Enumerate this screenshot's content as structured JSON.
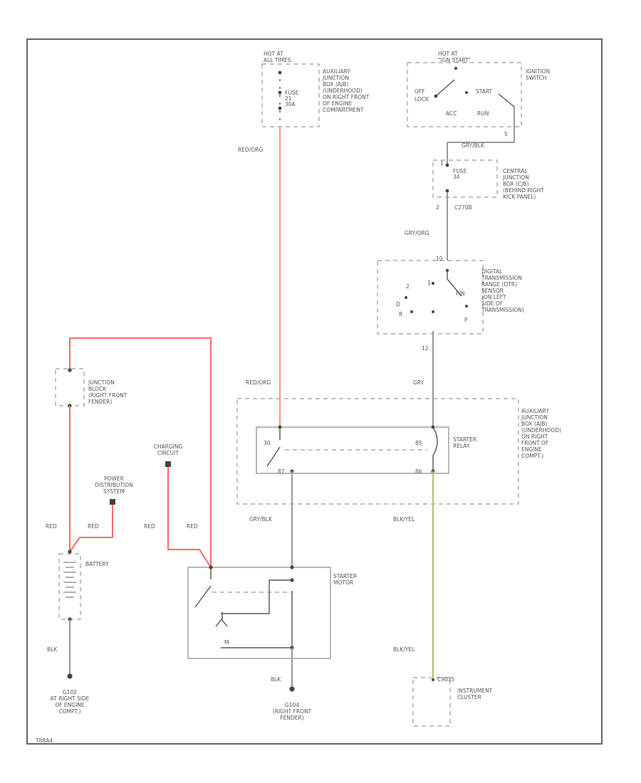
{
  "components": {
    "hot_at_all_times_top": "HOT AT\nALL TIMES",
    "hot_in_start": "HOT AT\n\"IGN START\"",
    "aux_junction_box_top": "AUXILIARY\nJUNCTION\nBOX (AJB)\n(UNDERHOOD)\nON RIGHT FRONT\nOF ENGINE\nCOMPARTMENT",
    "fuse_30a": "FUSE\n21\n30A",
    "ignition_switch": "IGNITION\nSWITCH",
    "ignition_positions": [
      "OFF",
      "LOCK",
      "START",
      "ACC",
      "RUN"
    ],
    "central_junction_box": "CENTRAL\nJUNCTION\nBOX (CJB)\n(BEHIND RIGHT\nKICK PANEL)",
    "fuse_cjb": "FUSE\n34",
    "dtr_sensor": "DIGITAL\nTRANSMISSION\nRANGE (DTR)\nSENSOR\n(ON LEFT\nSIDE OF\nTRANSMISSION)",
    "junction_block": "JUNCTION\nBLOCK\n(RIGHT FRONT\nFENDER)",
    "charging_circuit": "CHARGING\nCIRCUIT",
    "power_distribution": "POWER\nDISTRIBUTION\nSYSTEM",
    "battery": "BATTERY",
    "aux_junction_box_mid": "AUXILIARY\nJUNCTION\nBOX (AJB)\n(UNDERHOOD)\nON RIGHT\nFRONT OF\nENGINE\nCOMPT.)",
    "starter_relay": "STARTER\nRELAY",
    "starter_motor": "STARTER\nMOTOR",
    "instrument_cluster": "INSTRUMENT\nCLUSTER",
    "ground_left": "G102\nAT RIGHT SIDE\nOF ENGINE\nCOMPT.)",
    "ground_mid": "G104\n(RIGHT FRONT\nFENDER)",
    "figure_id": "T88A4"
  },
  "wires": {
    "red_org_top": "RED/ORG",
    "red_org_mid": "RED/ORG",
    "gry_blk_top": "GRY/BLK",
    "gry_org": "GRY/ORG",
    "gry": "GRY",
    "gry_blk_mid": "GRY/BLK",
    "blk_yel_top": "BLK/YEL",
    "blk_yel_bottom": "BLK/YEL",
    "red_1": "RED",
    "red_2": "RED",
    "red_3": "RED",
    "red_4": "RED",
    "blk_left": "BLK",
    "blk_mid": "BLK"
  },
  "pins": {
    "cjb_pin_in": "1",
    "cjb_pin_out": "2",
    "cjb_connector": "C270B",
    "ign_pin": "5",
    "dtr_pin_top": "10",
    "dtr_pin_bottom": "12",
    "dtr_pos": [
      "P/N",
      "1",
      "2",
      "D",
      "R",
      "P"
    ],
    "relay_pins": [
      "30",
      "85",
      "87",
      "86"
    ],
    "cluster_connector": "C9035",
    "motor_pin": "M"
  },
  "colors": {
    "red_wire": "#ff6a6a",
    "orange_wire": "#ff9a66",
    "gray_wire": "#aaaaaa",
    "yellow_wire": "#b8bd6a"
  }
}
